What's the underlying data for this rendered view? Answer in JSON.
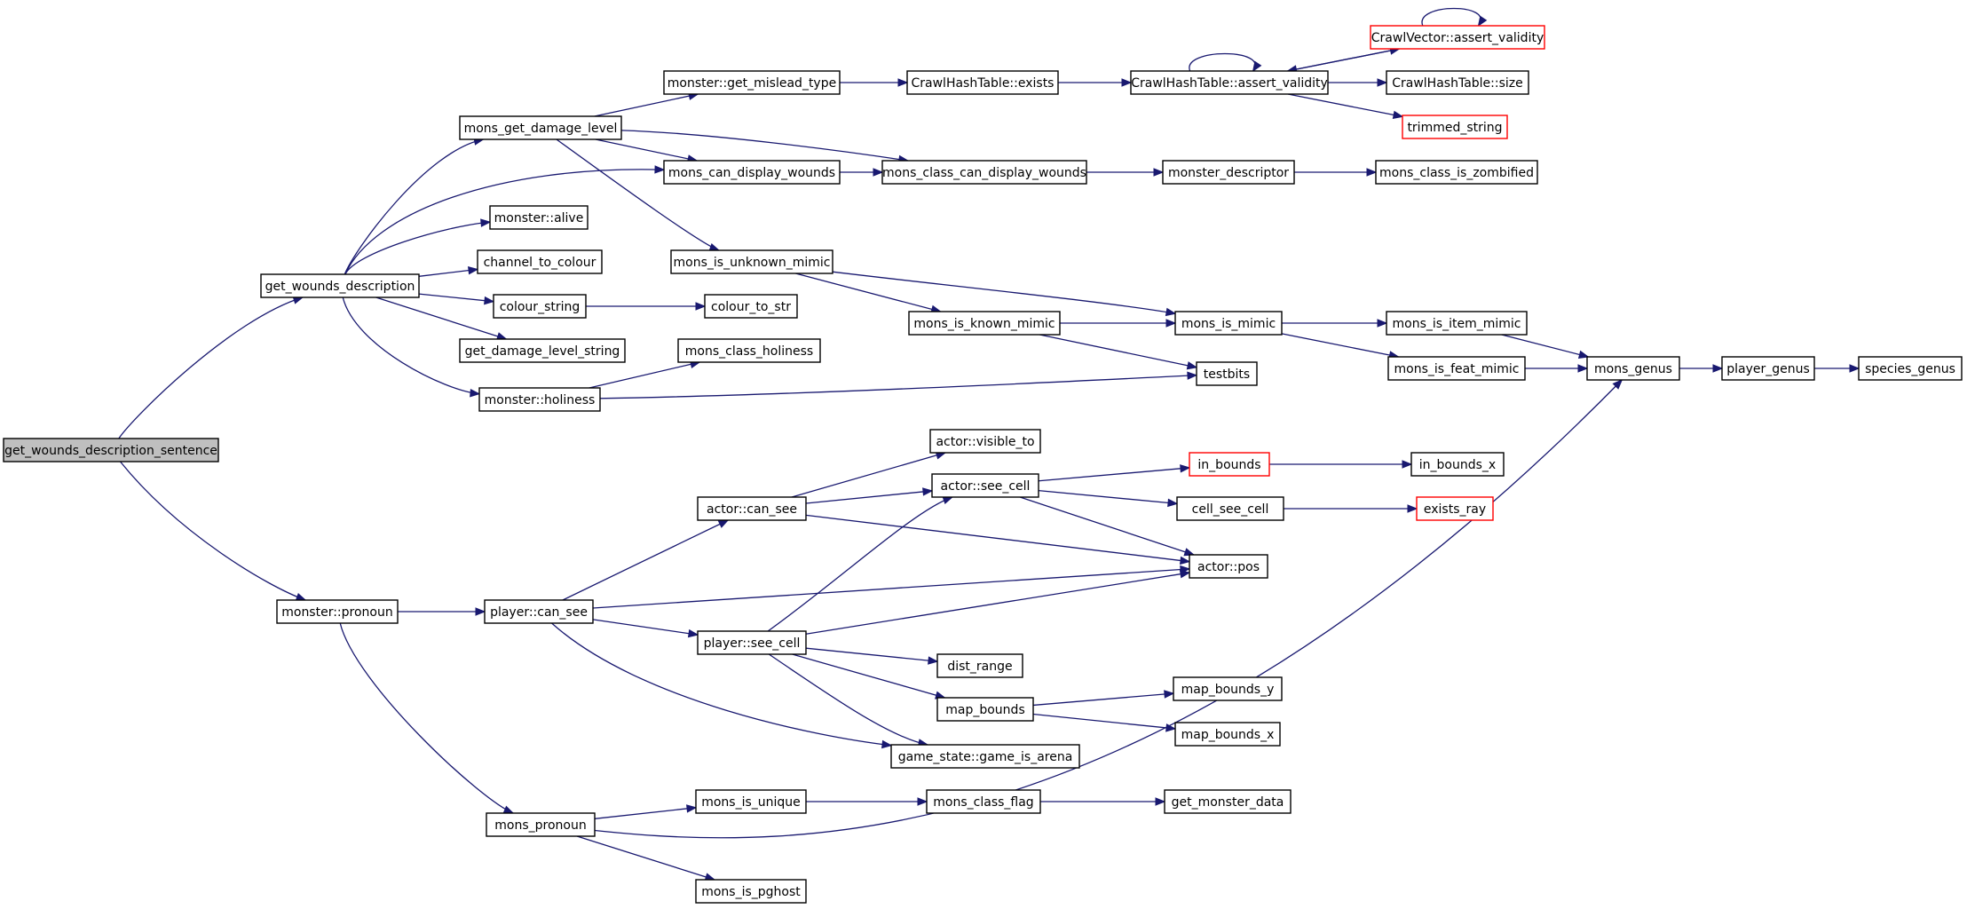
{
  "colors": {
    "edge": "#191970",
    "node_border": "#000000",
    "truncated_border": "#ff0000",
    "root_fill": "#bfbfbf"
  },
  "nodes": [
    {
      "id": "root",
      "label": "get_wounds_description_sentence",
      "style": "root"
    },
    {
      "id": "gwd",
      "label": "get_wounds_description"
    },
    {
      "id": "mpro",
      "label": "monster::pronoun"
    },
    {
      "id": "mgdl",
      "label": "mons_get_damage_level"
    },
    {
      "id": "malive",
      "label": "monster::alive"
    },
    {
      "id": "ctc",
      "label": "channel_to_colour"
    },
    {
      "id": "cs",
      "label": "colour_string"
    },
    {
      "id": "gdls",
      "label": "get_damage_level_string"
    },
    {
      "id": "mhol",
      "label": "monster::holiness"
    },
    {
      "id": "mgmt",
      "label": "monster::get_mislead_type"
    },
    {
      "id": "mcdw",
      "label": "mons_can_display_wounds"
    },
    {
      "id": "miumim",
      "label": "mons_is_unknown_mimic"
    },
    {
      "id": "cts",
      "label": "colour_to_str"
    },
    {
      "id": "mch",
      "label": "mons_class_holiness"
    },
    {
      "id": "mikm",
      "label": "mons_is_known_mimic"
    },
    {
      "id": "chte",
      "label": "CrawlHashTable::exists"
    },
    {
      "id": "mccdw",
      "label": "mons_class_can_display_wounds"
    },
    {
      "id": "chtav",
      "label": "CrawlHashTable::assert_validity"
    },
    {
      "id": "mdesc",
      "label": "monster_descriptor"
    },
    {
      "id": "mim",
      "label": "mons_is_mimic"
    },
    {
      "id": "tb",
      "label": "testbits"
    },
    {
      "id": "cvav",
      "label": "CrawlVector::assert_validity",
      "style": "red"
    },
    {
      "id": "chts",
      "label": "CrawlHashTable::size"
    },
    {
      "id": "trs",
      "label": "trimmed_string",
      "style": "red"
    },
    {
      "id": "mciz",
      "label": "mons_class_is_zombified"
    },
    {
      "id": "miim",
      "label": "mons_is_item_mimic"
    },
    {
      "id": "mifm",
      "label": "mons_is_feat_mimic"
    },
    {
      "id": "mg",
      "label": "mons_genus"
    },
    {
      "id": "pg",
      "label": "player_genus"
    },
    {
      "id": "sg",
      "label": "species_genus"
    },
    {
      "id": "pcs",
      "label": "player::can_see"
    },
    {
      "id": "mpron",
      "label": "mons_pronoun"
    },
    {
      "id": "acs",
      "label": "actor::can_see"
    },
    {
      "id": "psc",
      "label": "player::see_cell"
    },
    {
      "id": "gsia",
      "label": "game_state::game_is_arena"
    },
    {
      "id": "avt",
      "label": "actor::visible_to"
    },
    {
      "id": "asc",
      "label": "actor::see_cell"
    },
    {
      "id": "dr",
      "label": "dist_range"
    },
    {
      "id": "mb",
      "label": "map_bounds"
    },
    {
      "id": "ib",
      "label": "in_bounds",
      "style": "red"
    },
    {
      "id": "csc",
      "label": "cell_see_cell"
    },
    {
      "id": "apos",
      "label": "actor::pos"
    },
    {
      "id": "mby",
      "label": "map_bounds_y"
    },
    {
      "id": "mbx",
      "label": "map_bounds_x"
    },
    {
      "id": "ibx",
      "label": "in_bounds_x"
    },
    {
      "id": "er",
      "label": "exists_ray",
      "style": "red"
    },
    {
      "id": "miu",
      "label": "mons_is_unique"
    },
    {
      "id": "mipg",
      "label": "mons_is_pghost"
    },
    {
      "id": "mcf",
      "label": "mons_class_flag"
    },
    {
      "id": "gmd",
      "label": "get_monster_data"
    }
  ],
  "edges": [
    [
      "root",
      "gwd"
    ],
    [
      "root",
      "mpro"
    ],
    [
      "gwd",
      "mgdl"
    ],
    [
      "gwd",
      "mcdw"
    ],
    [
      "gwd",
      "malive"
    ],
    [
      "gwd",
      "ctc"
    ],
    [
      "gwd",
      "cs"
    ],
    [
      "gwd",
      "gdls"
    ],
    [
      "gwd",
      "mhol"
    ],
    [
      "mgdl",
      "mgmt"
    ],
    [
      "mgdl",
      "mcdw"
    ],
    [
      "mgdl",
      "mccdw"
    ],
    [
      "mgdl",
      "miumim"
    ],
    [
      "mgmt",
      "chte"
    ],
    [
      "chte",
      "chtav"
    ],
    [
      "chtav",
      "chtav"
    ],
    [
      "chtav",
      "cvav"
    ],
    [
      "chtav",
      "chts"
    ],
    [
      "chtav",
      "trs"
    ],
    [
      "cvav",
      "cvav"
    ],
    [
      "cvav",
      "chtav"
    ],
    [
      "mcdw",
      "mccdw"
    ],
    [
      "mccdw",
      "mdesc"
    ],
    [
      "mdesc",
      "mciz"
    ],
    [
      "miumim",
      "mikm"
    ],
    [
      "miumim",
      "mim"
    ],
    [
      "mikm",
      "mim"
    ],
    [
      "mikm",
      "tb"
    ],
    [
      "mim",
      "miim"
    ],
    [
      "mim",
      "mifm"
    ],
    [
      "miim",
      "mg"
    ],
    [
      "mifm",
      "mg"
    ],
    [
      "mg",
      "pg"
    ],
    [
      "pg",
      "sg"
    ],
    [
      "cs",
      "cts"
    ],
    [
      "mhol",
      "mch"
    ],
    [
      "mhol",
      "tb"
    ],
    [
      "mpro",
      "pcs"
    ],
    [
      "mpro",
      "mpron"
    ],
    [
      "pcs",
      "acs"
    ],
    [
      "pcs",
      "apos"
    ],
    [
      "pcs",
      "psc"
    ],
    [
      "pcs",
      "gsia"
    ],
    [
      "acs",
      "avt"
    ],
    [
      "acs",
      "asc"
    ],
    [
      "acs",
      "apos"
    ],
    [
      "asc",
      "ib"
    ],
    [
      "asc",
      "csc"
    ],
    [
      "asc",
      "apos"
    ],
    [
      "ib",
      "ibx"
    ],
    [
      "csc",
      "er"
    ],
    [
      "psc",
      "asc"
    ],
    [
      "psc",
      "apos"
    ],
    [
      "psc",
      "dr"
    ],
    [
      "psc",
      "mb"
    ],
    [
      "psc",
      "gsia"
    ],
    [
      "mb",
      "mby"
    ],
    [
      "mb",
      "mbx"
    ],
    [
      "mpron",
      "miu"
    ],
    [
      "mpron",
      "mg"
    ],
    [
      "mpron",
      "mipg"
    ],
    [
      "miu",
      "mcf"
    ],
    [
      "mcf",
      "gmd"
    ]
  ]
}
